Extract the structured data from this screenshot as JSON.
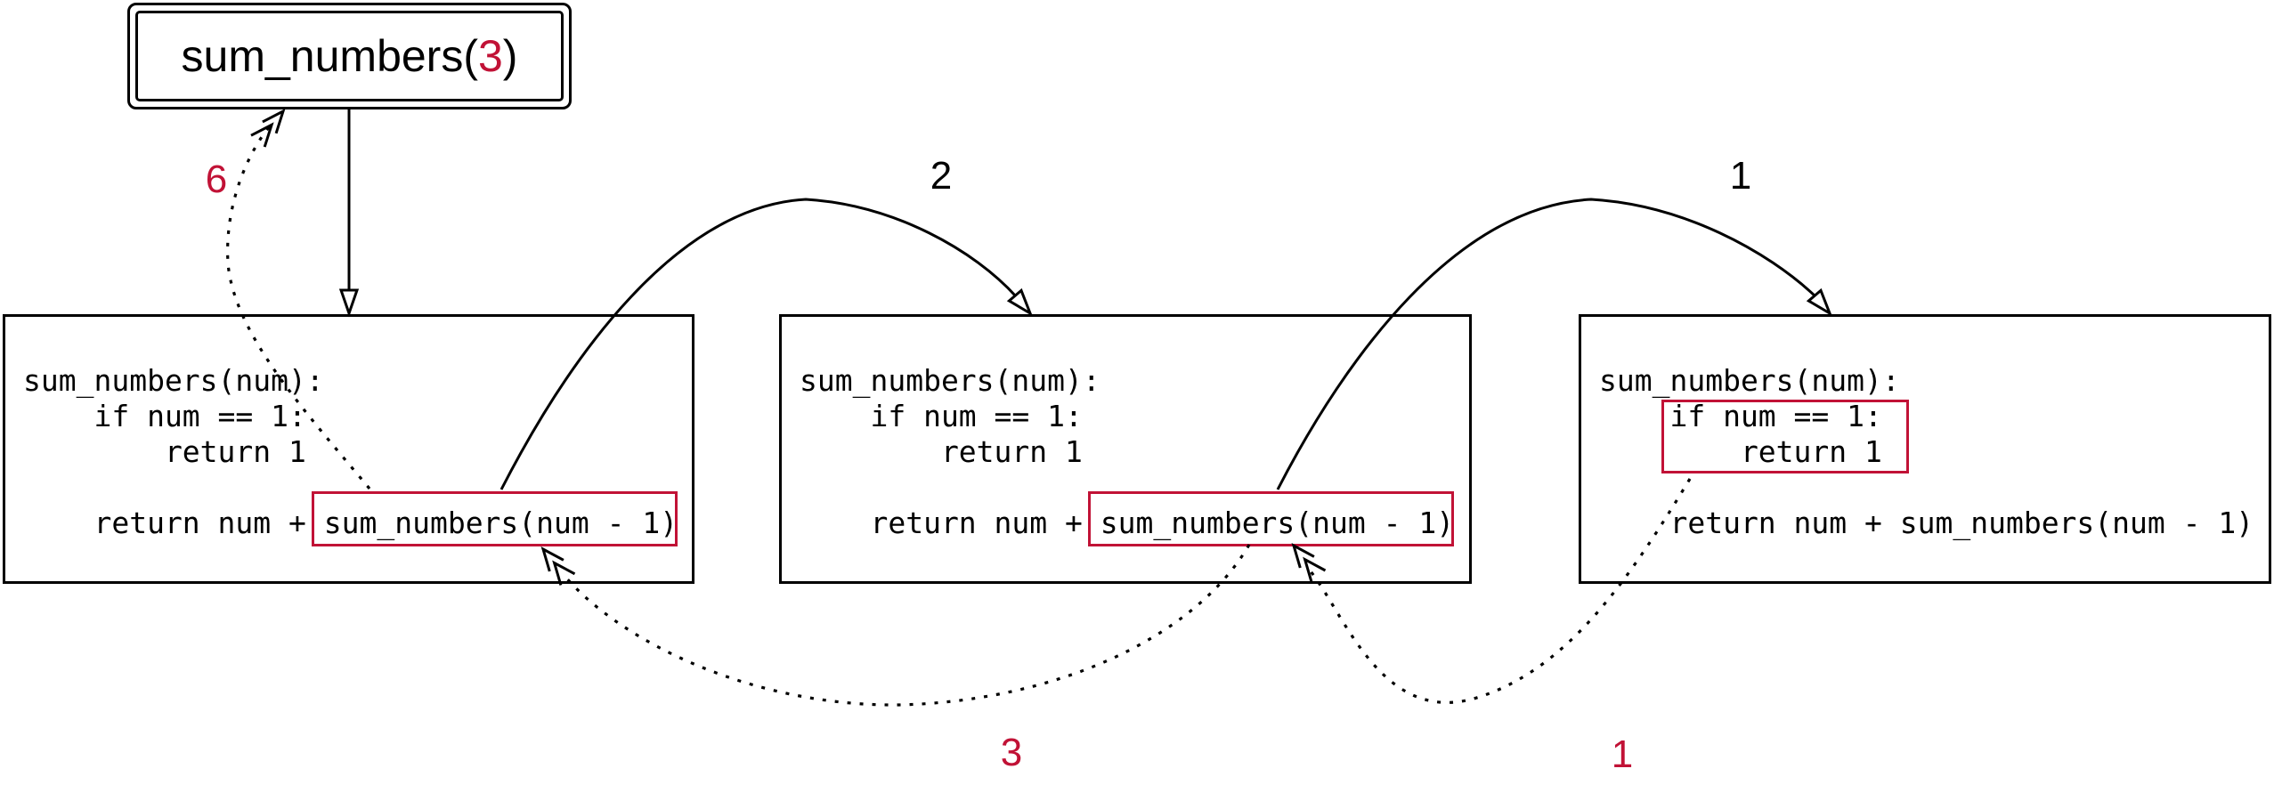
{
  "colors": {
    "highlight_red": "#C11236",
    "line_black": "#000000"
  },
  "root_call": {
    "prefix": "sum_numbers(",
    "arg": "3",
    "suffix": ")"
  },
  "frames": [
    {
      "id": "frame-1",
      "highlight": "recursive-call",
      "highlight_text": "sum_numbers(num - 1)",
      "lines": [
        "sum_numbers(num):",
        "    if num == 1:",
        "        return 1",
        "",
        "    return num + sum_numbers(num - 1)"
      ]
    },
    {
      "id": "frame-2",
      "highlight": "recursive-call",
      "highlight_text": "sum_numbers(num - 1)",
      "lines": [
        "sum_numbers(num):",
        "    if num == 1:",
        "        return 1",
        "",
        "    return num + sum_numbers(num - 1)"
      ]
    },
    {
      "id": "frame-3",
      "highlight": "base-case",
      "highlight_text": "if num == 1: return 1",
      "lines": [
        "sum_numbers(num):",
        "    if num == 1:",
        "        return 1",
        "",
        "    return num + sum_numbers(num - 1)"
      ]
    }
  ],
  "edge_labels": {
    "call_first": "2",
    "call_second": "1",
    "return_root": "6",
    "return_first": "3",
    "return_second": "1"
  }
}
